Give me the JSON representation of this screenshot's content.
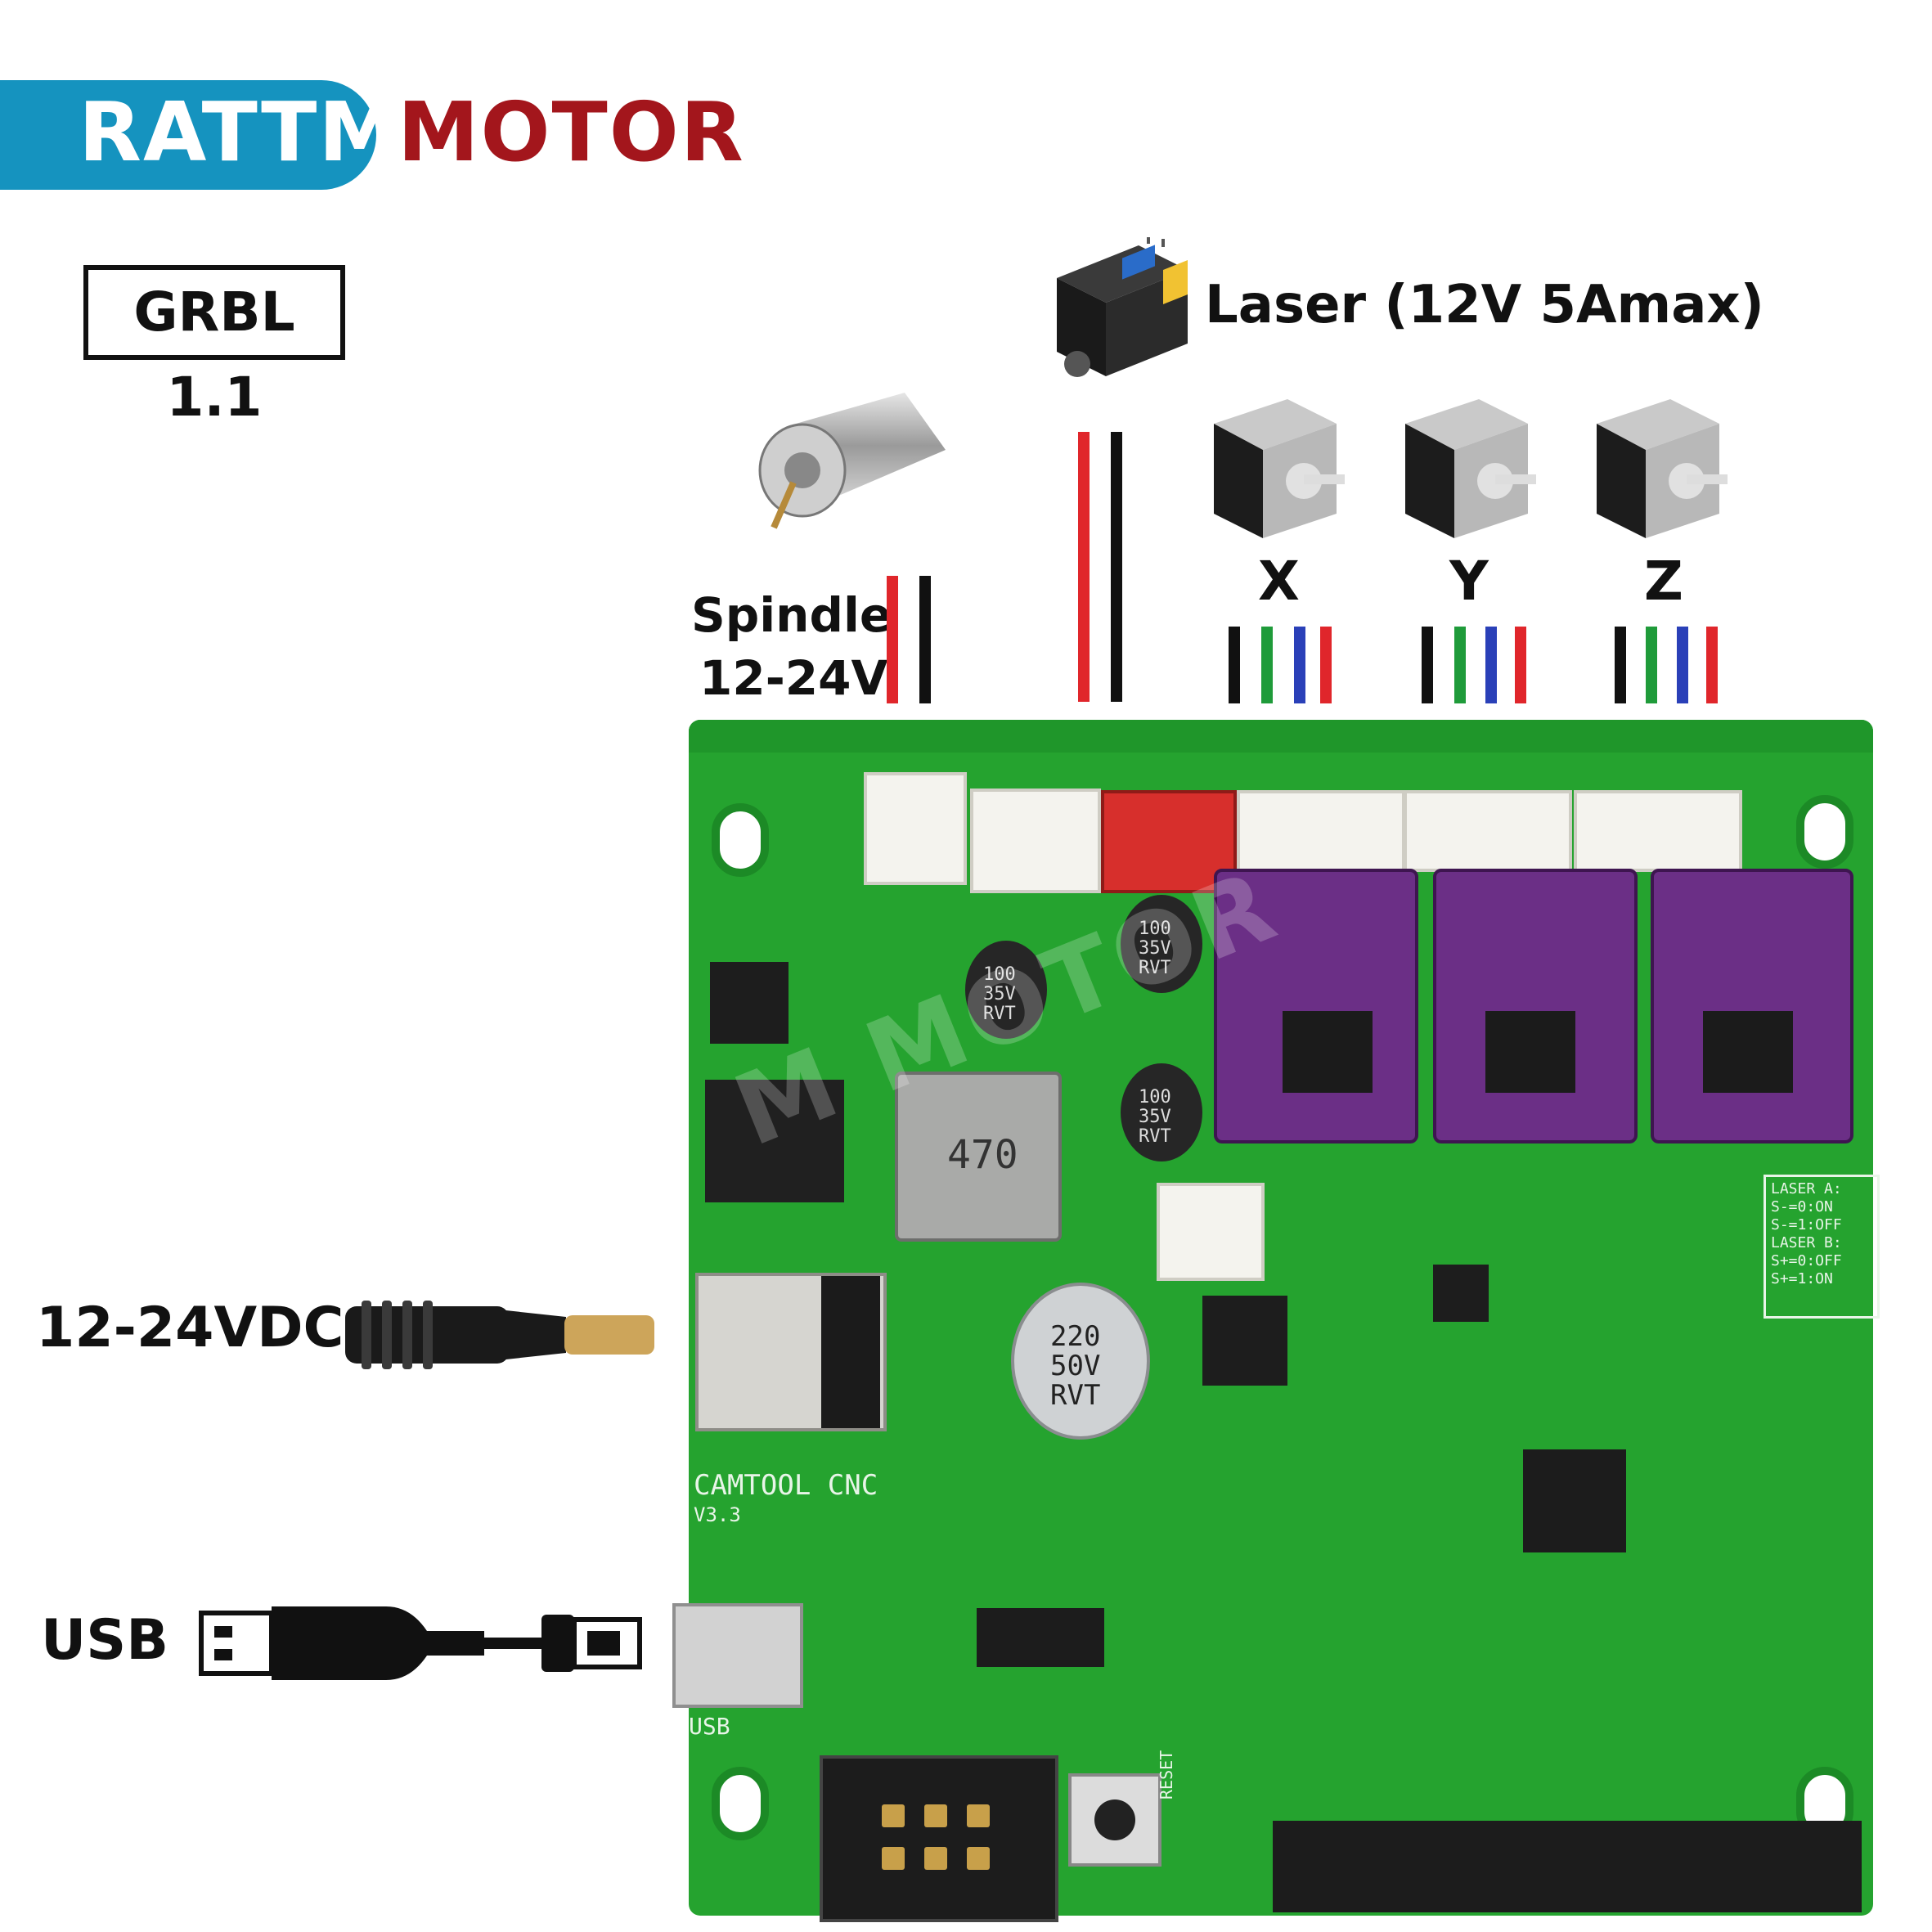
{
  "logo": {
    "brand1": "RATTM",
    "brand2": "MOTOR"
  },
  "badge": {
    "firmware": "GRBL 1.1"
  },
  "labels": {
    "laser": "Laser (12V 5Amax)",
    "spindle_line1": "Spindle",
    "spindle_line2": "12-24V",
    "power": "12-24VDC",
    "usb": "USB",
    "axis_x": "X",
    "axis_y": "Y",
    "axis_z": "Z"
  },
  "board_silk": {
    "title": "CAMTOOL CNC",
    "version": "V3.3",
    "usb_port": "USB",
    "cap_100": "100",
    "cap_35v": "35V",
    "cap_rvt": "RVT",
    "cap_220": "220",
    "cap_50v": "50V",
    "inductor": "470",
    "laser_a": "LASER A:",
    "laser_a_on": "S-=0:ON",
    "laser_a_off": "S-=1:OFF",
    "laser_b": "LASER B:",
    "laser_b_off": "S+=0:OFF",
    "laser_b_on": "S+=1:ON",
    "reset": "RESET",
    "watermark": "M MOTOR"
  },
  "colors": {
    "logo_blue": "#1593bf",
    "logo_red": "#a3161c",
    "pcb_green": "#25a32f",
    "driver_purple": "#6b2f86",
    "wire_red": "#e0262b",
    "wire_black": "#111111",
    "wire_green": "#1f9b3a",
    "wire_blue": "#2a40b8"
  }
}
